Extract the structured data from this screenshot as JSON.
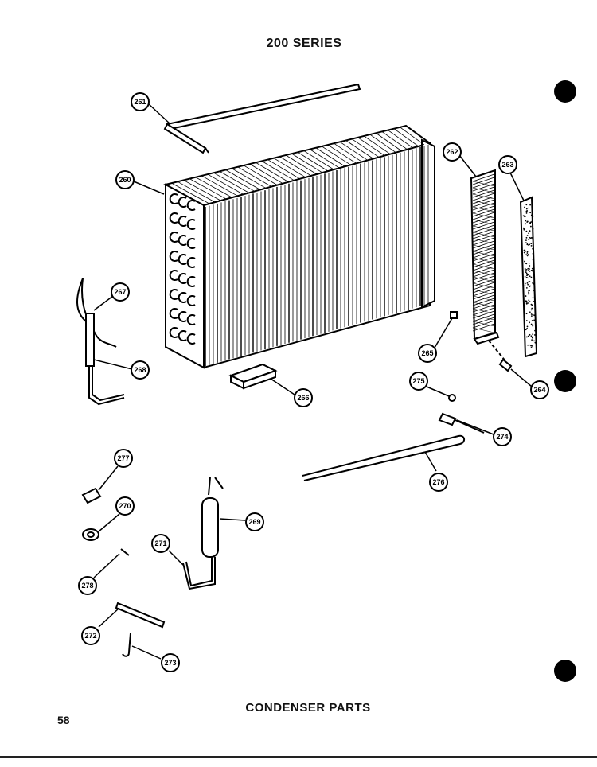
{
  "header": {
    "title": "200 SERIES"
  },
  "footer": {
    "title": "CONDENSER PARTS",
    "page_number": "58"
  },
  "callouts": {
    "c261": "261",
    "c260": "260",
    "c262": "262",
    "c263": "263",
    "c267": "267",
    "c268": "268",
    "c265": "265",
    "c266": "266",
    "c275": "275",
    "c264": "264",
    "c274": "274",
    "c276": "276",
    "c277": "277",
    "c270": "270",
    "c269": "269",
    "c271": "271",
    "c278": "278",
    "c272": "272",
    "c273": "273"
  }
}
